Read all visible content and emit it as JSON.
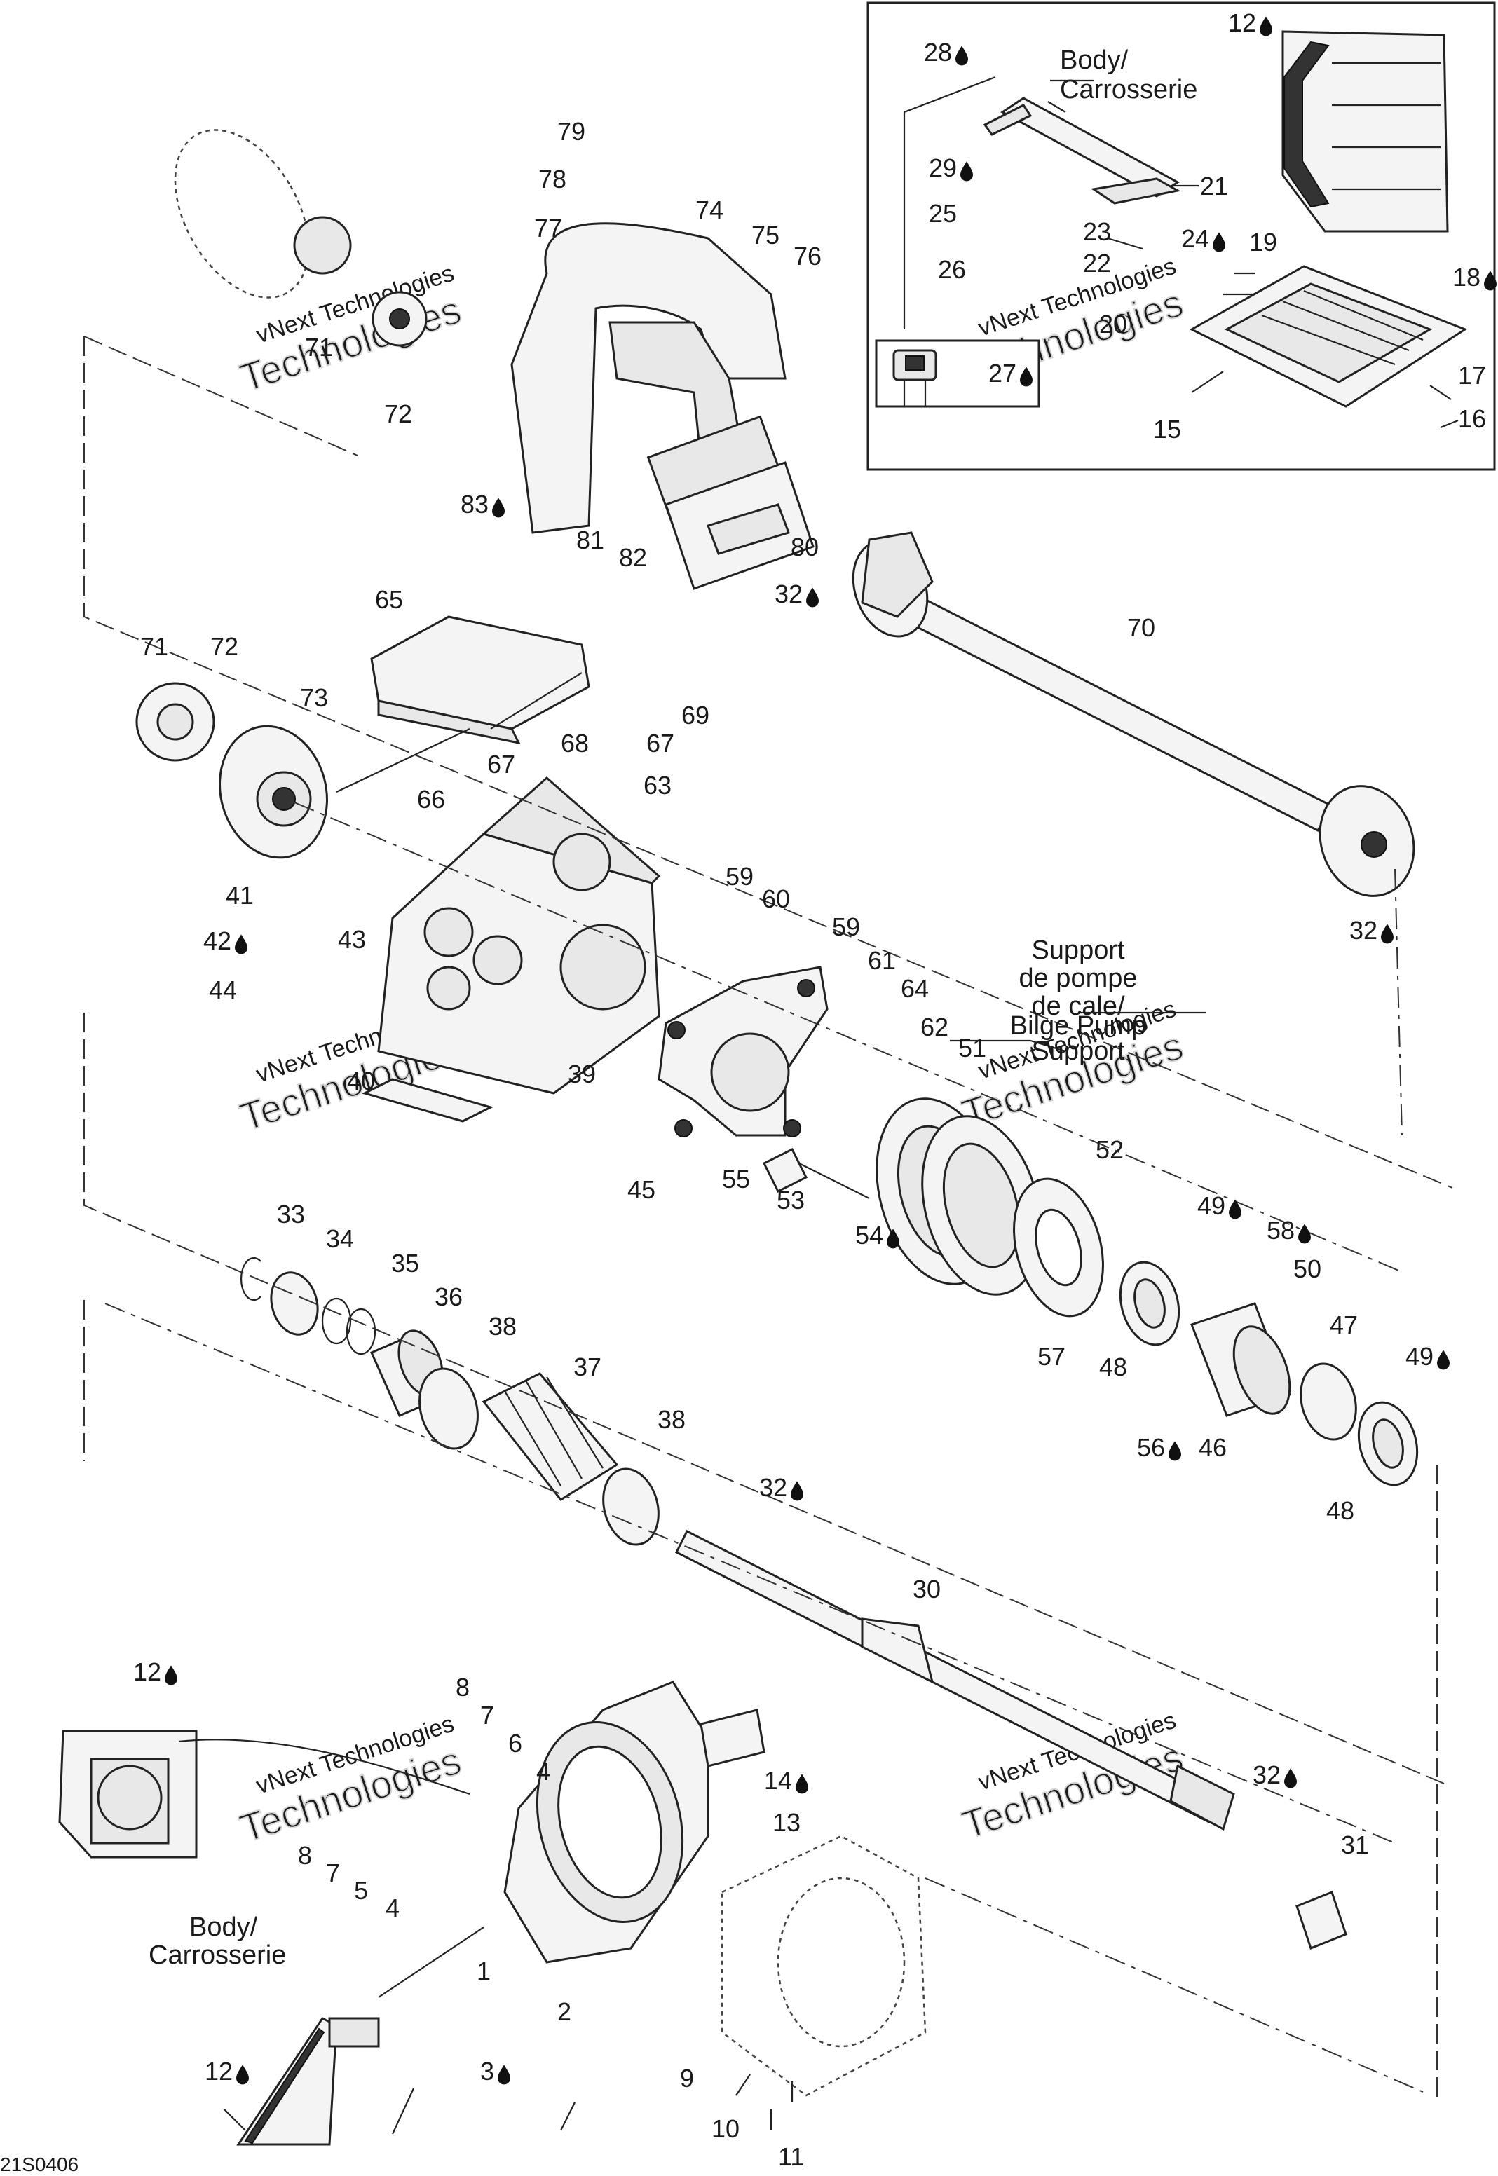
{
  "drawing_code": "21S0406",
  "watermark": {
    "line1": "vNext Technologies",
    "line2": "Technologies"
  },
  "text_labels": {
    "body_top": [
      "Body/",
      "Carrosserie"
    ],
    "bilge": [
      "Support",
      "de pompe",
      "de cale/",
      "Bilge Pump",
      "Support"
    ],
    "body_bottom": [
      "Body/",
      "Carrosserie"
    ]
  },
  "callouts": [
    {
      "num": "79",
      "drop": false
    },
    {
      "num": "78",
      "drop": false
    },
    {
      "num": "77",
      "drop": false
    },
    {
      "num": "74",
      "drop": false
    },
    {
      "num": "75",
      "drop": false
    },
    {
      "num": "76",
      "drop": false
    },
    {
      "num": "71",
      "drop": false
    },
    {
      "num": "72",
      "drop": false
    },
    {
      "num": "83",
      "drop": true
    },
    {
      "num": "81",
      "drop": false
    },
    {
      "num": "82",
      "drop": false
    },
    {
      "num": "80",
      "drop": false
    },
    {
      "num": "28",
      "drop": true
    },
    {
      "num": "29",
      "drop": true
    },
    {
      "num": "25",
      "drop": false
    },
    {
      "num": "26",
      "drop": false
    },
    {
      "num": "21",
      "drop": false
    },
    {
      "num": "23",
      "drop": false
    },
    {
      "num": "22",
      "drop": false
    },
    {
      "num": "24",
      "drop": true
    },
    {
      "num": "27",
      "drop": true
    },
    {
      "num": "12",
      "drop": true
    },
    {
      "num": "19",
      "drop": false
    },
    {
      "num": "18",
      "drop": true
    },
    {
      "num": "20",
      "drop": false
    },
    {
      "num": "17",
      "drop": false
    },
    {
      "num": "16",
      "drop": false
    },
    {
      "num": "15",
      "drop": false
    },
    {
      "num": "65",
      "drop": false
    },
    {
      "num": "71",
      "drop": false
    },
    {
      "num": "72",
      "drop": false
    },
    {
      "num": "73",
      "drop": false
    },
    {
      "num": "67",
      "drop": false
    },
    {
      "num": "68",
      "drop": false
    },
    {
      "num": "67",
      "drop": false
    },
    {
      "num": "69",
      "drop": false
    },
    {
      "num": "66",
      "drop": false
    },
    {
      "num": "32",
      "drop": true
    },
    {
      "num": "70",
      "drop": false
    },
    {
      "num": "32",
      "drop": true
    },
    {
      "num": "63",
      "drop": false
    },
    {
      "num": "41",
      "drop": false
    },
    {
      "num": "42",
      "drop": true
    },
    {
      "num": "43",
      "drop": false
    },
    {
      "num": "44",
      "drop": false
    },
    {
      "num": "40",
      "drop": false
    },
    {
      "num": "39",
      "drop": false
    },
    {
      "num": "59",
      "drop": false
    },
    {
      "num": "60",
      "drop": false
    },
    {
      "num": "59",
      "drop": false
    },
    {
      "num": "61",
      "drop": false
    },
    {
      "num": "64",
      "drop": false
    },
    {
      "num": "62",
      "drop": false
    },
    {
      "num": "45",
      "drop": false
    },
    {
      "num": "55",
      "drop": false
    },
    {
      "num": "53",
      "drop": false
    },
    {
      "num": "54",
      "drop": true
    },
    {
      "num": "51",
      "drop": false
    },
    {
      "num": "52",
      "drop": false
    },
    {
      "num": "49",
      "drop": true
    },
    {
      "num": "58",
      "drop": true
    },
    {
      "num": "50",
      "drop": false
    },
    {
      "num": "57",
      "drop": false
    },
    {
      "num": "48",
      "drop": false
    },
    {
      "num": "47",
      "drop": false
    },
    {
      "num": "49",
      "drop": true
    },
    {
      "num": "56",
      "drop": true
    },
    {
      "num": "46",
      "drop": false
    },
    {
      "num": "48",
      "drop": false
    },
    {
      "num": "33",
      "drop": false
    },
    {
      "num": "34",
      "drop": false
    },
    {
      "num": "35",
      "drop": false
    },
    {
      "num": "36",
      "drop": false
    },
    {
      "num": "38",
      "drop": false
    },
    {
      "num": "37",
      "drop": false
    },
    {
      "num": "38",
      "drop": false
    },
    {
      "num": "32",
      "drop": true
    },
    {
      "num": "30",
      "drop": false
    },
    {
      "num": "12",
      "drop": true
    },
    {
      "num": "8",
      "drop": false
    },
    {
      "num": "7",
      "drop": false
    },
    {
      "num": "6",
      "drop": false
    },
    {
      "num": "4",
      "drop": false
    },
    {
      "num": "14",
      "drop": true
    },
    {
      "num": "13",
      "drop": false
    },
    {
      "num": "8",
      "drop": false
    },
    {
      "num": "7",
      "drop": false
    },
    {
      "num": "5",
      "drop": false
    },
    {
      "num": "4",
      "drop": false
    },
    {
      "num": "32",
      "drop": true
    },
    {
      "num": "31",
      "drop": false
    },
    {
      "num": "1",
      "drop": false
    },
    {
      "num": "2",
      "drop": false
    },
    {
      "num": "3",
      "drop": true
    },
    {
      "num": "12",
      "drop": true
    },
    {
      "num": "9",
      "drop": false
    },
    {
      "num": "10",
      "drop": false
    },
    {
      "num": "11",
      "drop": false
    }
  ]
}
